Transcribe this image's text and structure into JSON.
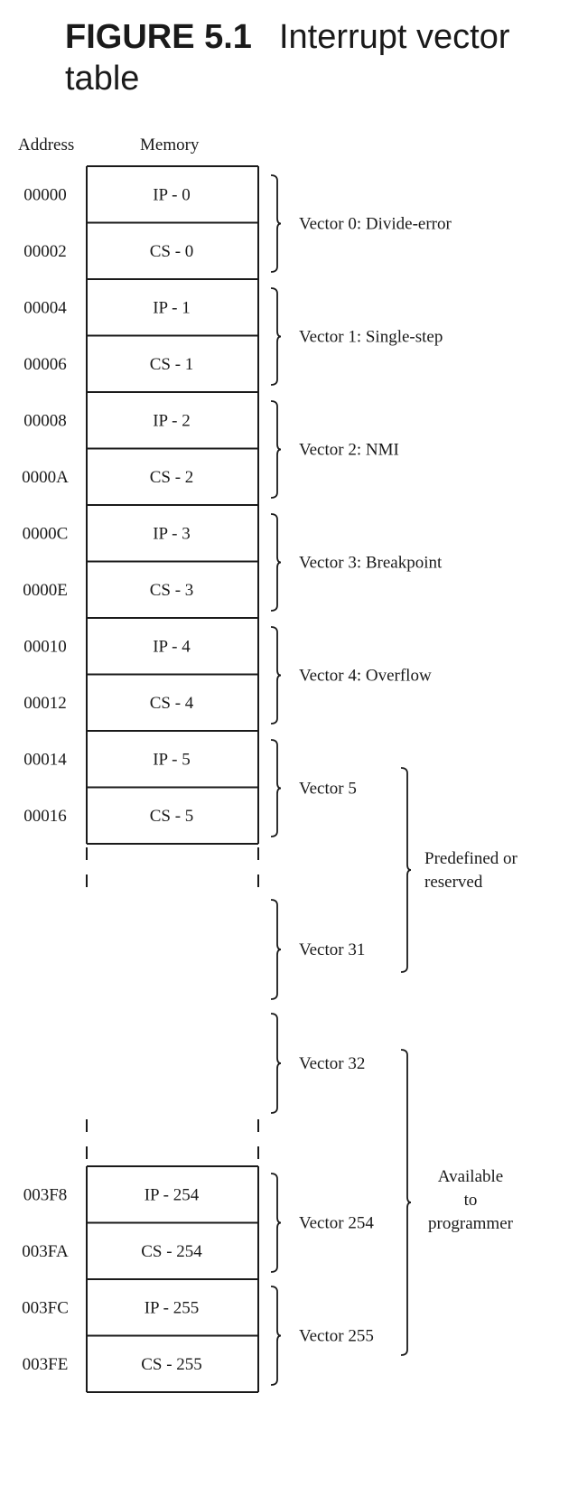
{
  "caption": {
    "figure_number": "FIGURE 5.1",
    "title": "Interrupt vector table"
  },
  "headers": {
    "address": "Address",
    "memory": "Memory"
  },
  "top_rows": [
    {
      "address": "00000",
      "cell": "IP - 0"
    },
    {
      "address": "00002",
      "cell": "CS - 0"
    },
    {
      "address": "00004",
      "cell": "IP - 1"
    },
    {
      "address": "00006",
      "cell": "CS - 1"
    },
    {
      "address": "00008",
      "cell": "IP - 2"
    },
    {
      "address": "0000A",
      "cell": "CS - 2"
    },
    {
      "address": "0000C",
      "cell": "IP - 3"
    },
    {
      "address": "0000E",
      "cell": "CS - 3"
    },
    {
      "address": "00010",
      "cell": "IP - 4"
    },
    {
      "address": "00012",
      "cell": "CS - 4"
    },
    {
      "address": "00014",
      "cell": "IP - 5"
    },
    {
      "address": "00016",
      "cell": "CS - 5"
    }
  ],
  "bottom_rows": [
    {
      "address": "003F8",
      "cell": "IP - 254"
    },
    {
      "address": "003FA",
      "cell": "CS - 254"
    },
    {
      "address": "003FC",
      "cell": "IP - 255"
    },
    {
      "address": "003FE",
      "cell": "CS - 255"
    }
  ],
  "vectors": [
    "Vector 0: Divide-error",
    "Vector 1: Single-step",
    "Vector 2: NMI",
    "Vector 3: Breakpoint",
    "Vector 4: Overflow",
    "Vector 5",
    "Vector 31",
    "Vector 32",
    "Vector 254",
    "Vector 255"
  ],
  "groups": [
    {
      "lines": [
        "Predefined or",
        "reserved"
      ]
    },
    {
      "lines": [
        "Available",
        "to",
        "programmer"
      ]
    }
  ]
}
